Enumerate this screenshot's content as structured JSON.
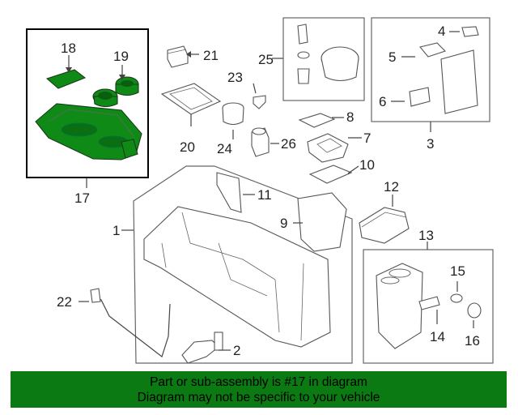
{
  "callouts": {
    "c1": "1",
    "c2": "2",
    "c3": "3",
    "c4": "4",
    "c5": "5",
    "c6": "6",
    "c7": "7",
    "c8": "8",
    "c9": "9",
    "c10": "10",
    "c11": "11",
    "c12": "12",
    "c13": "13",
    "c14": "14",
    "c15": "15",
    "c16": "16",
    "c17": "17",
    "c18": "18",
    "c19": "19",
    "c20": "20",
    "c21": "21",
    "c22": "22",
    "c23": "23",
    "c24": "24",
    "c25": "25",
    "c26": "26"
  },
  "highlight_color": "#0f8a17",
  "banner": {
    "line1": "Part or sub-assembly is #17 in diagram",
    "line2": "Diagram may not be specific to your vehicle",
    "background": "#0b7a12"
  }
}
